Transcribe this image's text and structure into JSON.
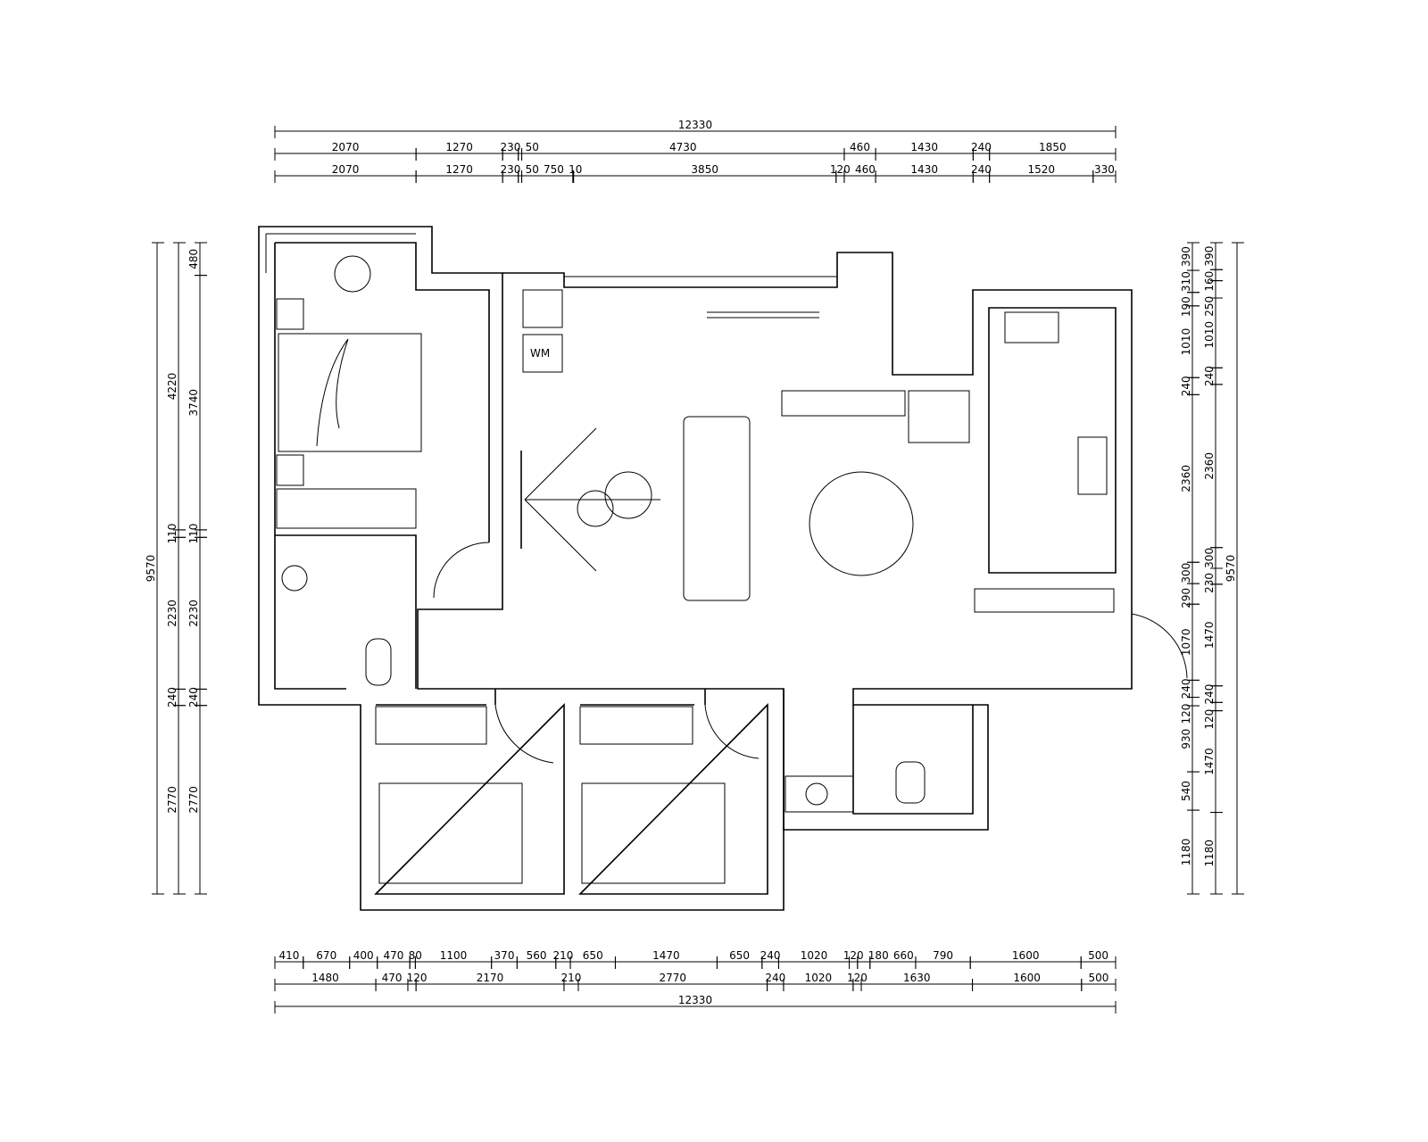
{
  "dimensions": {
    "top": [
      {
        "total": "12330",
        "segments": []
      },
      {
        "segments": [
          "2070",
          "1270",
          "230",
          "50",
          "4730",
          "460",
          "1430",
          "240",
          "1850"
        ]
      },
      {
        "segments": [
          "2070",
          "1270",
          "230",
          "50",
          "750",
          "10",
          "3850",
          "120",
          "460",
          "1430",
          "240",
          "1520",
          "330"
        ]
      }
    ],
    "bottom": [
      {
        "segments": [
          "410",
          "670",
          "400",
          "470",
          "80",
          "1100",
          "370",
          "560",
          "210",
          "650",
          "1470",
          "650",
          "240",
          "1020",
          "120",
          "180",
          "660",
          "790",
          "1600",
          "500"
        ]
      },
      {
        "segments": [
          "1480",
          "470",
          "120",
          "2170",
          "210",
          "2770",
          "240",
          "1020",
          "120",
          "1630",
          "1600",
          "500"
        ]
      },
      {
        "total": "12330",
        "segments": []
      }
    ],
    "left": [
      {
        "total": "9570",
        "segments": []
      },
      {
        "segments": [
          "4220",
          "110",
          "2230",
          "240",
          "2770"
        ]
      },
      {
        "segments": [
          "480",
          "3740",
          "110",
          "2230",
          "240",
          "2770"
        ]
      }
    ],
    "right": [
      {
        "segments": [
          "390",
          "310",
          "190",
          "1010",
          "240",
          "2360",
          "300",
          "290",
          "1070",
          "240",
          "120",
          "930",
          "540",
          "1180"
        ]
      },
      {
        "segments": [
          "390",
          "160",
          "250",
          "1010",
          "240",
          "2360",
          "300",
          "230",
          "1470",
          "240",
          "120",
          "1470",
          "1180"
        ]
      },
      {
        "total": "9570",
        "segments": []
      }
    ]
  },
  "fixtures": {
    "washer_label": "WM"
  }
}
